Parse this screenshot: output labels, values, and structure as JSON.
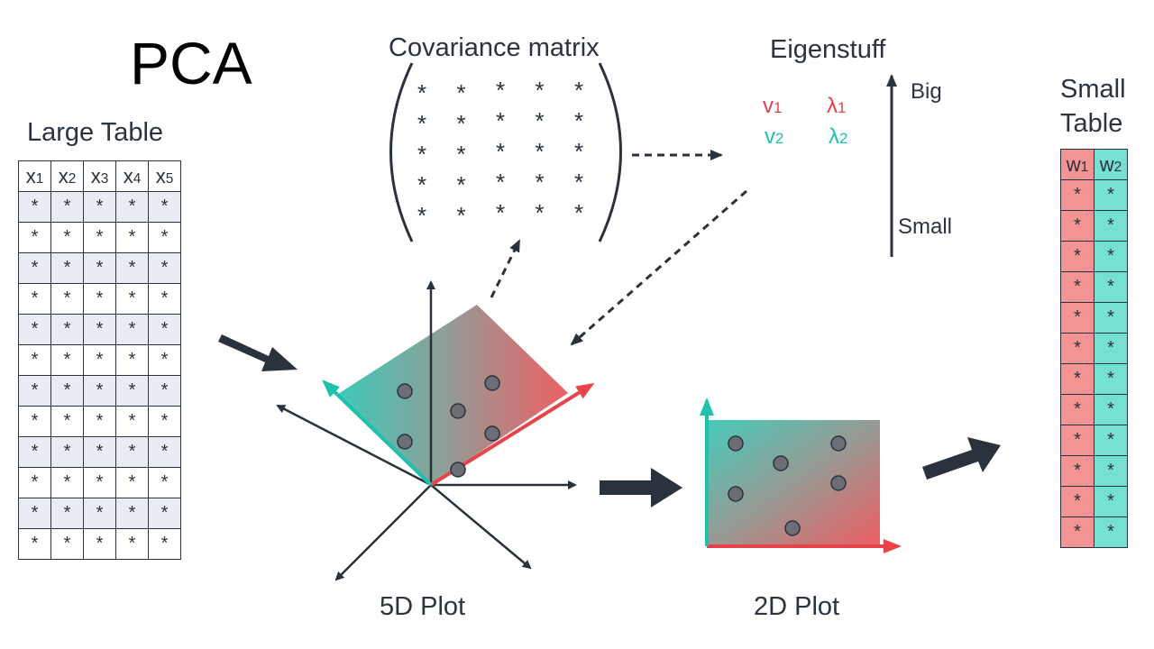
{
  "title": "PCA",
  "large_table": {
    "label": "Large Table",
    "headers": [
      {
        "base": "x",
        "sub": "1"
      },
      {
        "base": "x",
        "sub": "2"
      },
      {
        "base": "x",
        "sub": "3"
      },
      {
        "base": "x",
        "sub": "4"
      },
      {
        "base": "x",
        "sub": "5"
      }
    ],
    "rows": 12,
    "cell": "*"
  },
  "covariance": {
    "label": "Covariance matrix",
    "size": 5,
    "cell": "*"
  },
  "eigen": {
    "label": "Eigenstuff",
    "vectors": [
      {
        "v": "v",
        "v_sub": "1",
        "lambda": "λ",
        "lambda_sub": "1",
        "color": "#e0424c"
      },
      {
        "v": "v",
        "v_sub": "2",
        "lambda": "λ",
        "lambda_sub": "2",
        "color": "#1fc1ad"
      }
    ],
    "scale_top": "Big",
    "scale_bottom": "Small"
  },
  "small_table": {
    "label_line1": "Small",
    "label_line2": "Table",
    "headers": [
      {
        "base": "w",
        "sub": "1"
      },
      {
        "base": "w",
        "sub": "2"
      }
    ],
    "rows": 12,
    "cell": "*"
  },
  "plot5d": {
    "label": "5D Plot"
  },
  "plot2d": {
    "label": "2D Plot"
  },
  "colors": {
    "dark": "#2a323d",
    "pc1": "#e8434a",
    "pc2": "#1fc1ad",
    "point": "#6b6e75",
    "row_shade": "#e9ecf2",
    "w1_fill": "#f39393",
    "w2_fill": "#75e0d3"
  }
}
